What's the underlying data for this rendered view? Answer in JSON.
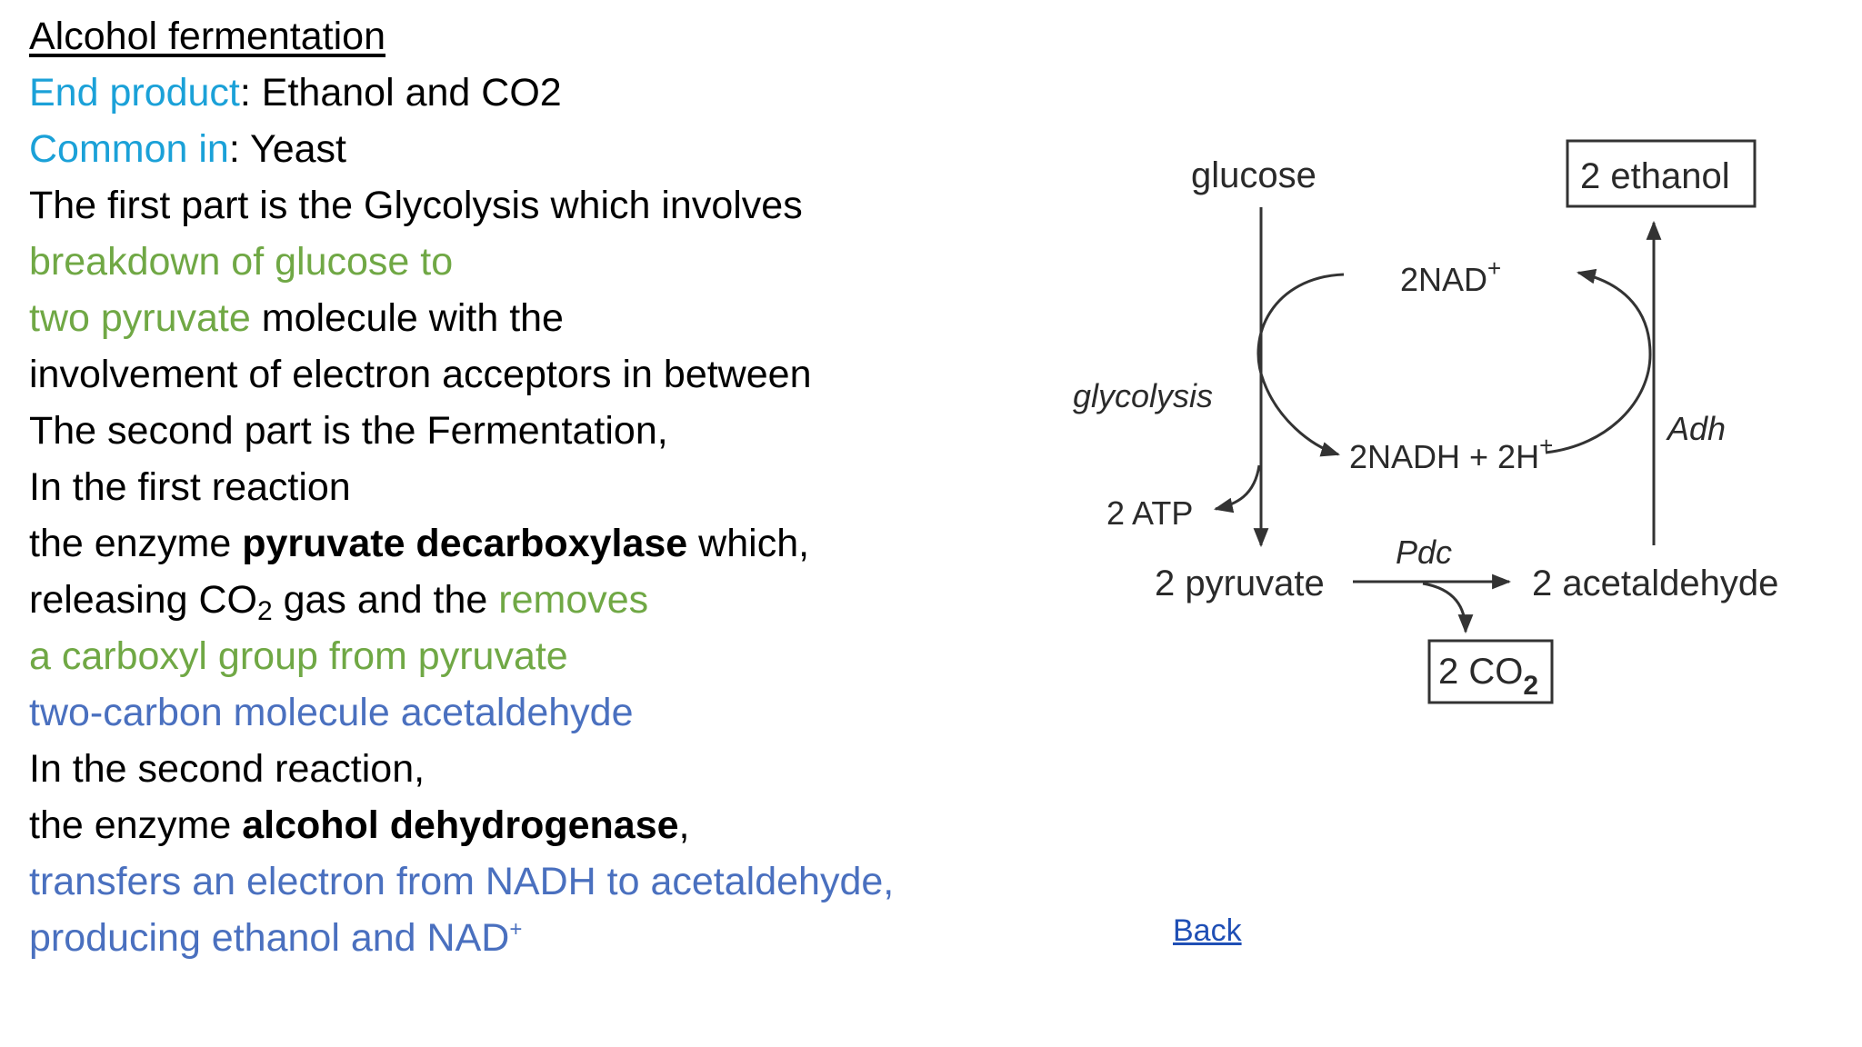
{
  "text": {
    "title": "Alcohol fermentation",
    "end_product_label": "End product",
    "end_product_value": ": Ethanol and CO2",
    "common_in_label": "Common in",
    "common_in_value": ": Yeast",
    "line4": "The first part is the Glycolysis which involves",
    "line5": " breakdown of glucose to",
    "line6_green": "two pyruvate",
    "line6_rest": " molecule with the",
    "line7": " involvement of electron acceptors in between",
    "line8": "The second part is the Fermentation,",
    "line9": "In the  first reaction",
    "line10_a": " the enzyme ",
    "line10_bold": "pyruvate decarboxylase",
    "line10_c": " which,",
    "line11_a": "releasing CO",
    "line11_sub": "2",
    "line11_b": " gas and the ",
    "line11_green": "removes",
    "line12": "a carboxyl group from pyruvate",
    "line13": "two-carbon molecule acetaldehyde",
    "line14": "In the second reaction,",
    "line15_a": "the enzyme ",
    "line15_bold": "alcohol dehydrogenase",
    "line15_c": ",",
    "line16": " transfers an electron from NADH to acetaldehyde,",
    "line17_a": " producing ethanol and NAD",
    "line17_sup": "+"
  },
  "back_link": "Back",
  "diagram": {
    "glucose": "glucose",
    "ethanol": "2 ethanol",
    "nad": "2NAD",
    "nad_sup": "+",
    "nadh": "2NADH + 2H",
    "nadh_sup": "+",
    "glycolysis": "glycolysis",
    "adh": "Adh",
    "atp": "2 ATP",
    "pyruvate": "2 pyruvate",
    "pdc": "Pdc",
    "acetaldehyde": "2 acetaldehyde",
    "co2": "2 CO",
    "co2_sub": "2"
  },
  "colors": {
    "cyan_label": "#1ba1d8",
    "green_text": "#70a845",
    "blue_text": "#4a70bf",
    "link": "#1f4fb5"
  }
}
